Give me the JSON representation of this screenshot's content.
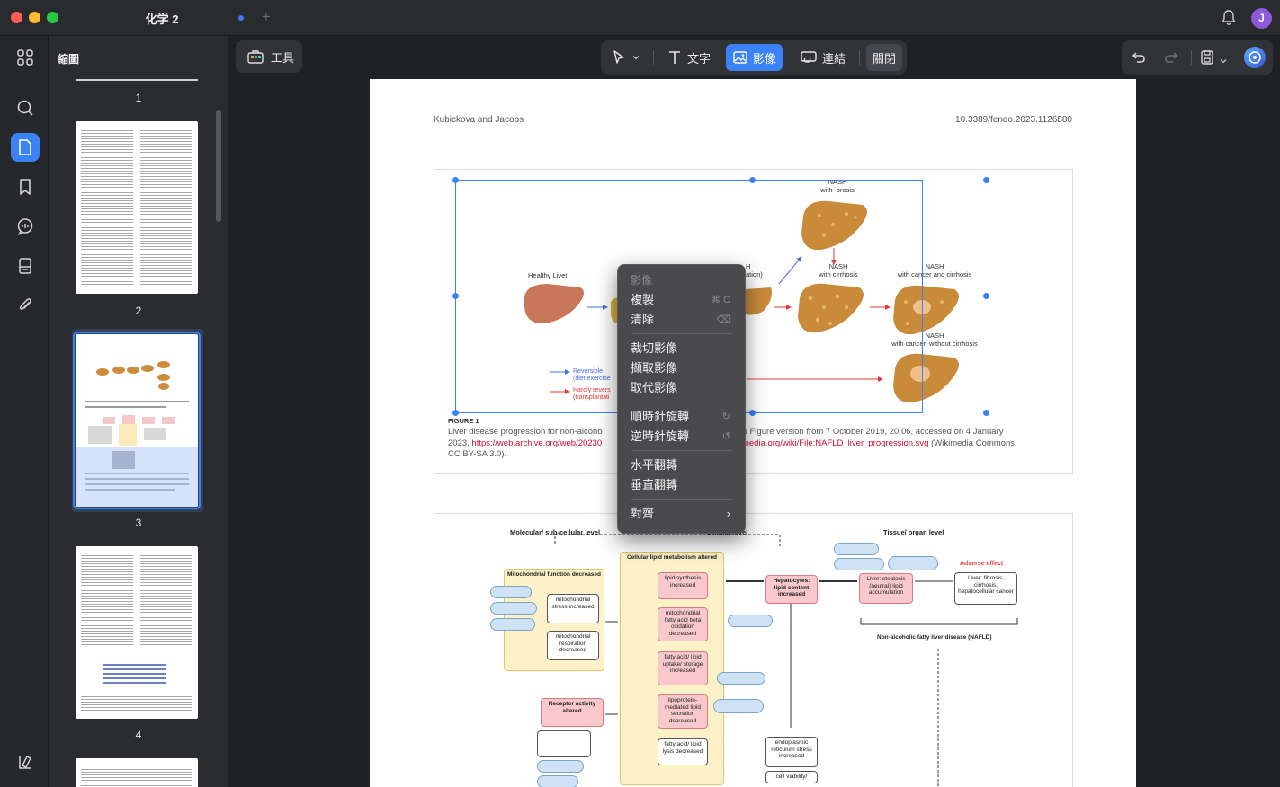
{
  "window": {
    "title": "化学 2",
    "user_initial": "J"
  },
  "sidebar_panel": {
    "title": "縮圖",
    "pages": [
      "1",
      "2",
      "3",
      "4"
    ]
  },
  "toolbar": {
    "tools_label": "工具",
    "text_label": "文字",
    "image_label": "影像",
    "link_label": "連結",
    "close_label": "關閉"
  },
  "document": {
    "header_left": "Kubickova and Jacobs",
    "header_right": "10.3389/fendo.2023.1126880",
    "figure1": {
      "labels": {
        "healthy": "Healthy Liver",
        "nash_fibrosis": "NASH\nwith  brosis",
        "nash_cirrhosis": "NASH\nwith cirrhosis",
        "nash_cancer_cirrhosis": "NASH\nwith cancer and cirrhosis",
        "nash_cancer_no_cirrhosis": "NASH\nwith cancer, without cirrhosis",
        "partial_h": "H",
        "partial_ation": "ation)"
      },
      "legend": {
        "reversible": "Reversible",
        "reversible_sub": "(diet,exercise",
        "hardly": "Hardly revers",
        "hardly_sub": "(transplantati"
      },
      "fig_label": "FIGURE 1",
      "caption_a": "Liver disease progression for non-alcoho",
      "caption_b": "mimu Figure version from 7 October 2019, 20:06, accessed on 4 January",
      "caption_c": "2023. ",
      "caption_link1": "https://web.archive.org/web/20230",
      "caption_link2": "wikimedia.org/wiki/File:NAFLD_liver_progression.svg",
      "caption_d": " (Wikimedia Commons,",
      "caption_e": "CC BY-SA 3.0)."
    },
    "figure2": {
      "molecular": "Molecular/ sub-cellular level",
      "cellular": "Cellular level",
      "tissue": "Tissue/ organ level",
      "mito_func": "Mitochondrial function decreased",
      "lipid_meta": "Cellular lipid metabolism altered",
      "hepatocytes": "Hepatocytes: lipid content increased",
      "steatosis": "Liver: steatosis (neutral) lipid accumulation",
      "adverse": "Adverse effect",
      "liver_outcome": "Liver: fibrosis, cirrhosis, hepatocellular cancer",
      "nafld": "Non-alcoholic fatty liver disease (NAFLD)",
      "mito_stress": "mitochondrial stress increased",
      "mito_resp": "mitochondrial respiration decreased",
      "lipid_synth": "lipid synthesis increased",
      "beta_ox": "mitochondrial fatty acid beta oxidation decreased",
      "uptake": "fatty acid/ lipid uptake/ storage increased",
      "lipoprotein": "lipoprotein-mediated lipid secretion decreased",
      "lysis": "fatty acid/ lipid lysis decreased",
      "receptor": "Receptor activity altered",
      "er_stress": "endoplasmic reticulum stress increased",
      "viability": "cell viability/"
    }
  },
  "context_menu": {
    "header": "影像",
    "copy": "複製",
    "copy_shortcut": "⌘ C",
    "clear": "清除",
    "clear_shortcut": "⌫",
    "crop": "裁切影像",
    "extract": "擷取影像",
    "replace": "取代影像",
    "rotate_cw": "順時針旋轉",
    "rotate_ccw": "逆時針旋轉",
    "flip_h": "水平翻轉",
    "flip_v": "垂直翻轉",
    "align": "對齊"
  },
  "colors": {
    "accent": "#3b82f6",
    "liver_healthy": "#c9775a",
    "liver_fatty": "#c98a3a",
    "legend_blue": "#4a6fd8",
    "legend_red": "#e23a3a"
  }
}
